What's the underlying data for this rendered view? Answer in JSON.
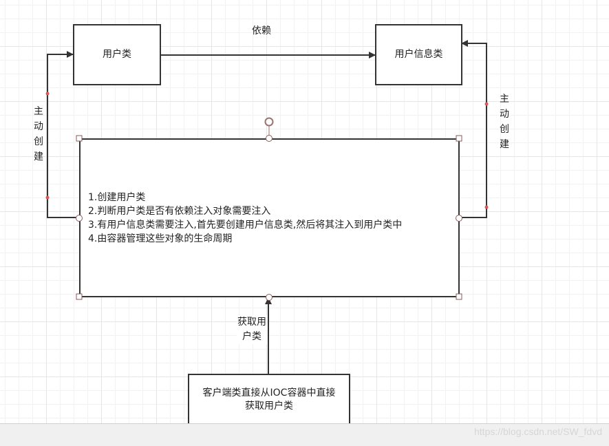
{
  "nodes": {
    "user_class": "用户类",
    "user_info_class": "用户信息类",
    "client_class": "客户端类直接从IOC容器中直接获取用户类"
  },
  "edges": {
    "depends": "依赖",
    "create_left": "主动创建",
    "create_right": "主动创建",
    "get_user": "获取用户类"
  },
  "container": {
    "steps": [
      "1.创建用户类",
      "2.判断用户类是否有依赖注入对象需要注入",
      "3.有用户信息类需要注入,首先要创建用户信息类,然后将其注入到用户类中",
      "4.由容器管理这些对象的生命周期"
    ]
  },
  "watermark": "https://blog.csdn.net/SW_fdvd"
}
